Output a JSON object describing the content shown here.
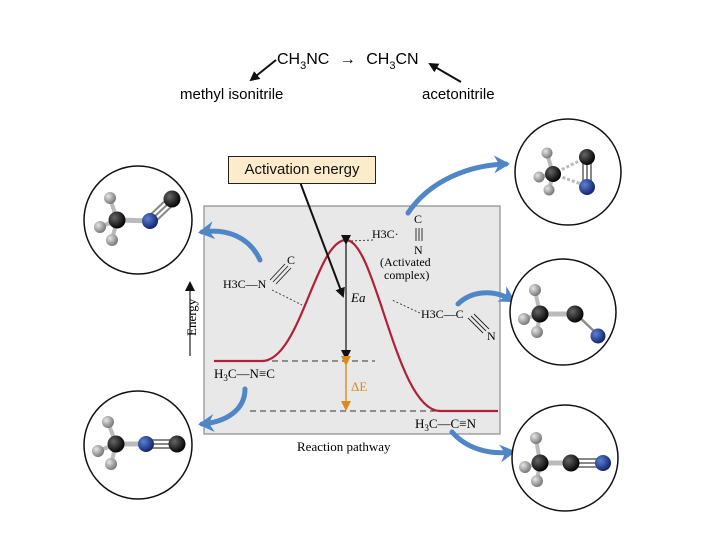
{
  "reaction": {
    "reactant": {
      "base": "CH",
      "sub": "3",
      "tail": "NC"
    },
    "arrow": "→",
    "product": {
      "base": "CH",
      "sub": "3",
      "tail": "CN"
    },
    "reactant_name": "methyl isonitrile",
    "product_name": "acetonitrile"
  },
  "callout": "Activation energy",
  "diagram": {
    "y_axis_label": "Energy",
    "x_axis_label": "Reaction pathway",
    "ea_label": "Ea",
    "delta_e_label": "ΔE",
    "reactant_formula": {
      "left": "H",
      "sub": "3",
      "right": "C—N≡C"
    },
    "product_formula": {
      "left": "H",
      "sub": "3",
      "right": "C—C≡N"
    },
    "activated_complex": {
      "group": "H3C·",
      "atom_top": "C",
      "atom_bottom": "N",
      "caption_line1": "(Activated",
      "caption_line2": "complex)"
    },
    "bent_left": {
      "group": "H3C—N",
      "atom": "C"
    },
    "bent_right": {
      "group": "H3C—C",
      "atom": "N"
    }
  },
  "colors": {
    "curve": "#b0203a",
    "delta_arrow": "#d98a1c",
    "blue_arrow": "#4f86c6",
    "nitrogen_atom": "#1f3f99",
    "carbon_atom": "#111111",
    "hydrogen_atom": "#9a9a9a",
    "callout_fill": "#fdeccb"
  }
}
